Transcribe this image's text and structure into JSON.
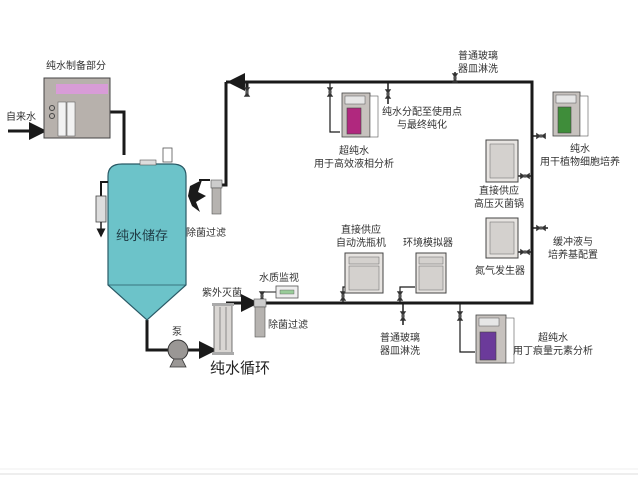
{
  "title": "纯水系统流程图",
  "colors": {
    "pipe": "#1a1a1a",
    "tank_fill": "#6cc3c9",
    "tank_stroke": "#2a5a66",
    "equipment_fill": "#b5b2ae",
    "equipment_pink": "#d98fd6",
    "hplc_screen": "#b0287e",
    "plant_screen": "#3f8d3a",
    "trace_screen": "#6b3a9a",
    "panel_fill": "#d9d6d3",
    "panel_stroke": "#555555"
  },
  "labels": {
    "prep_unit": "纯水制备部分",
    "tap_water": "自来水",
    "storage_tank": "纯水储存",
    "sterile_filter_top": "除菌过滤",
    "pump": "泵",
    "uv_sterilizer": "紫外灭菌",
    "water_quality_monitor": "水质监视",
    "sterile_filter_bottom": "除菌过滤",
    "recirculation": "纯水循环",
    "glassware_rinse_top_line1": "普通玻璃",
    "glassware_rinse_top_line2": "器皿淋洗",
    "distribution_line1": "纯水分配至使用点",
    "distribution_line2": "与最终纯化",
    "hplc_line1": "超纯水",
    "hplc_line2": "用于高效液相分析",
    "plant_line1": "纯水",
    "plant_line2": "用干植物细胞培养",
    "autoclave_line1": "直接供应",
    "autoclave_line2": "高压灭菌锅",
    "buffer_line1": "缓冲液与",
    "buffer_line2": "培养基配置",
    "nitrogen_gen": "氮气发生器",
    "washer_line1": "直接供应",
    "washer_line2": "自动洗瓶机",
    "env_simulator": "环境模拟器",
    "glassware_rinse_bottom_line1": "普通玻璃",
    "glassware_rinse_bottom_line2": "器皿淋洗",
    "trace_line1": "超纯水",
    "trace_line2": "用丁痕量元素分析"
  }
}
